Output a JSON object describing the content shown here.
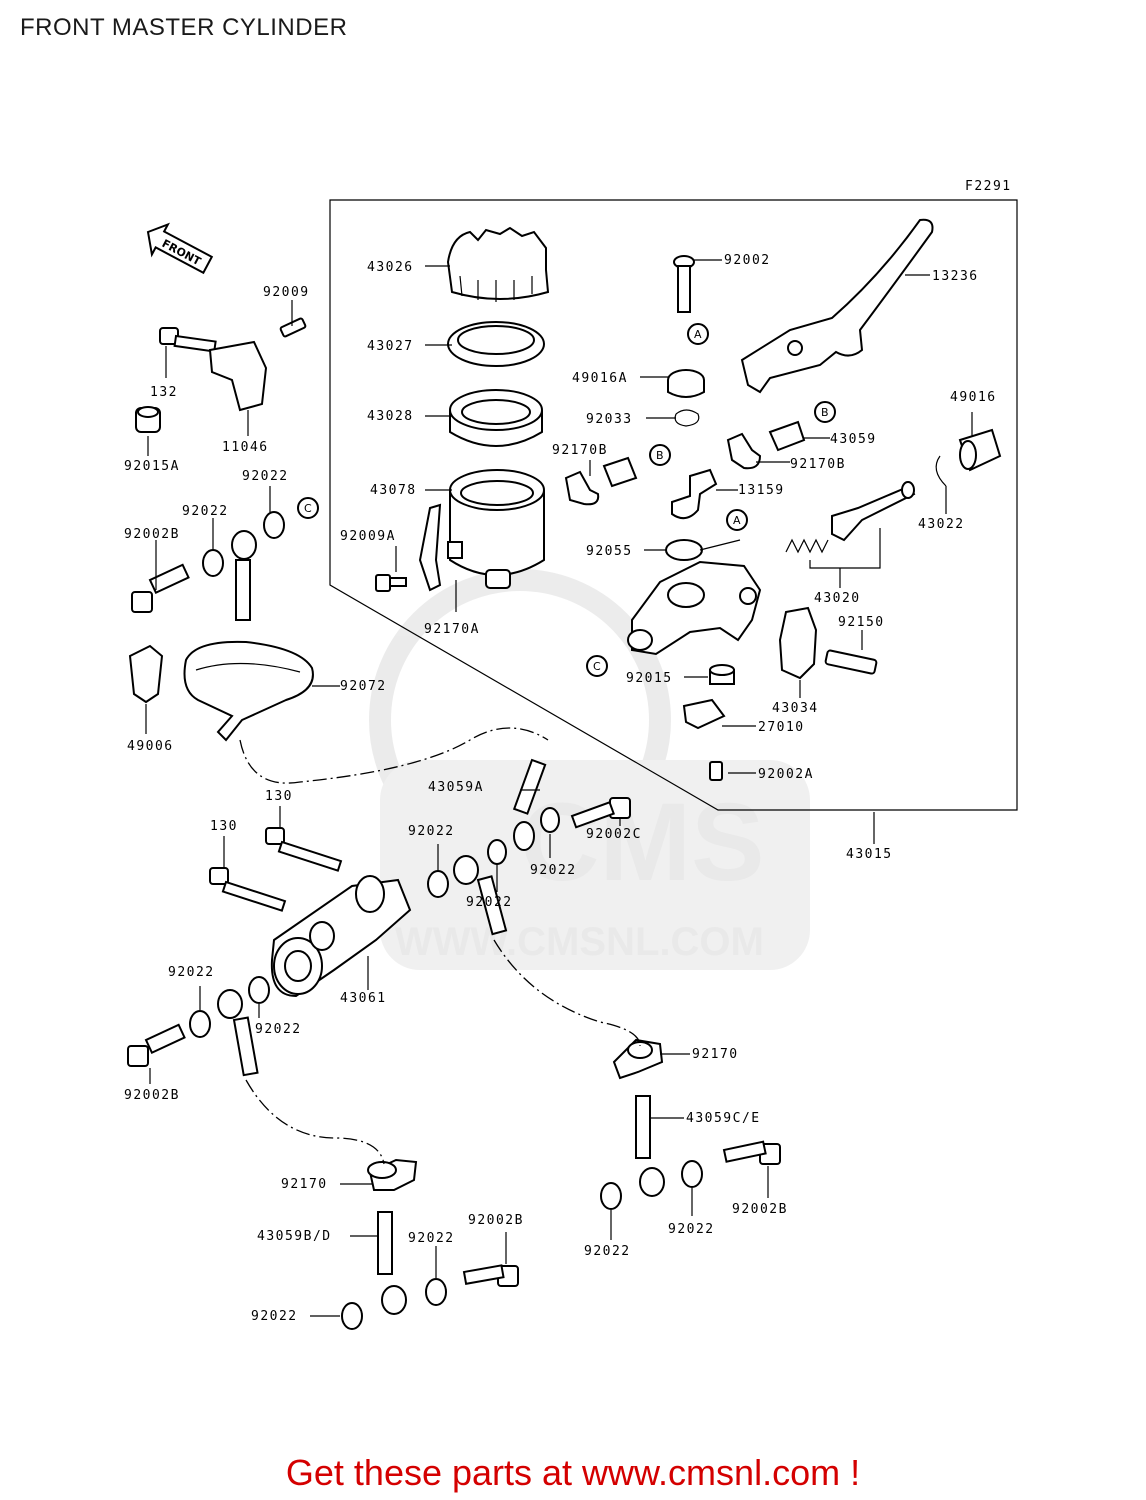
{
  "page_title": "FRONT MASTER CYLINDER",
  "figure_code": "F2291",
  "front_arrow_label": "FRONT",
  "watermark": {
    "brand": "CMS",
    "url": "WWW.CMSNL.COM"
  },
  "call_to_action": "Get these parts at www.cmsnl.com !",
  "reference_markers": [
    "A",
    "B",
    "C"
  ],
  "part_labels": {
    "p43026": "43026",
    "p43027": "43027",
    "p43028": "43028",
    "p43078": "43078",
    "p92009A": "92009A",
    "p92170A": "92170A",
    "p92002_top": "92002",
    "p13236": "13236",
    "p49016A": "49016A",
    "p92033": "92033",
    "p92170B_1": "92170B",
    "p92170B_2": "92170B",
    "p43059": "43059",
    "p49016": "49016",
    "p13159": "13159",
    "p43022": "43022",
    "p92055": "92055",
    "p43020": "43020",
    "p92150": "92150",
    "p92015": "92015",
    "p43034": "43034",
    "p27010": "27010",
    "p92002A": "92002A",
    "p43015": "43015",
    "p92009": "92009",
    "p132": "132",
    "p11046": "11046",
    "p92015A": "92015A",
    "p92022_a": "92022",
    "p92022_b": "92022",
    "p92002B_a": "92002B",
    "p92072": "92072",
    "p49006": "49006",
    "p130_a": "130",
    "p130_b": "130",
    "p43059A": "43059A",
    "p92022_c": "92022",
    "p92022_d": "92022",
    "p92022_e": "92022",
    "p92002C": "92002C",
    "p92022_f": "92022",
    "p92022_g": "92022",
    "p43061": "43061",
    "p92002B_b": "92002B",
    "p92170_a": "92170",
    "p43059CE": "43059C/E",
    "p92002B_c": "92002B",
    "p92022_h": "92022",
    "p92022_i": "92022",
    "p92170_b": "92170",
    "p43059BD": "43059B/D",
    "p92022_j": "92022",
    "p92002B_d": "92002B",
    "p92022_k": "92022"
  }
}
